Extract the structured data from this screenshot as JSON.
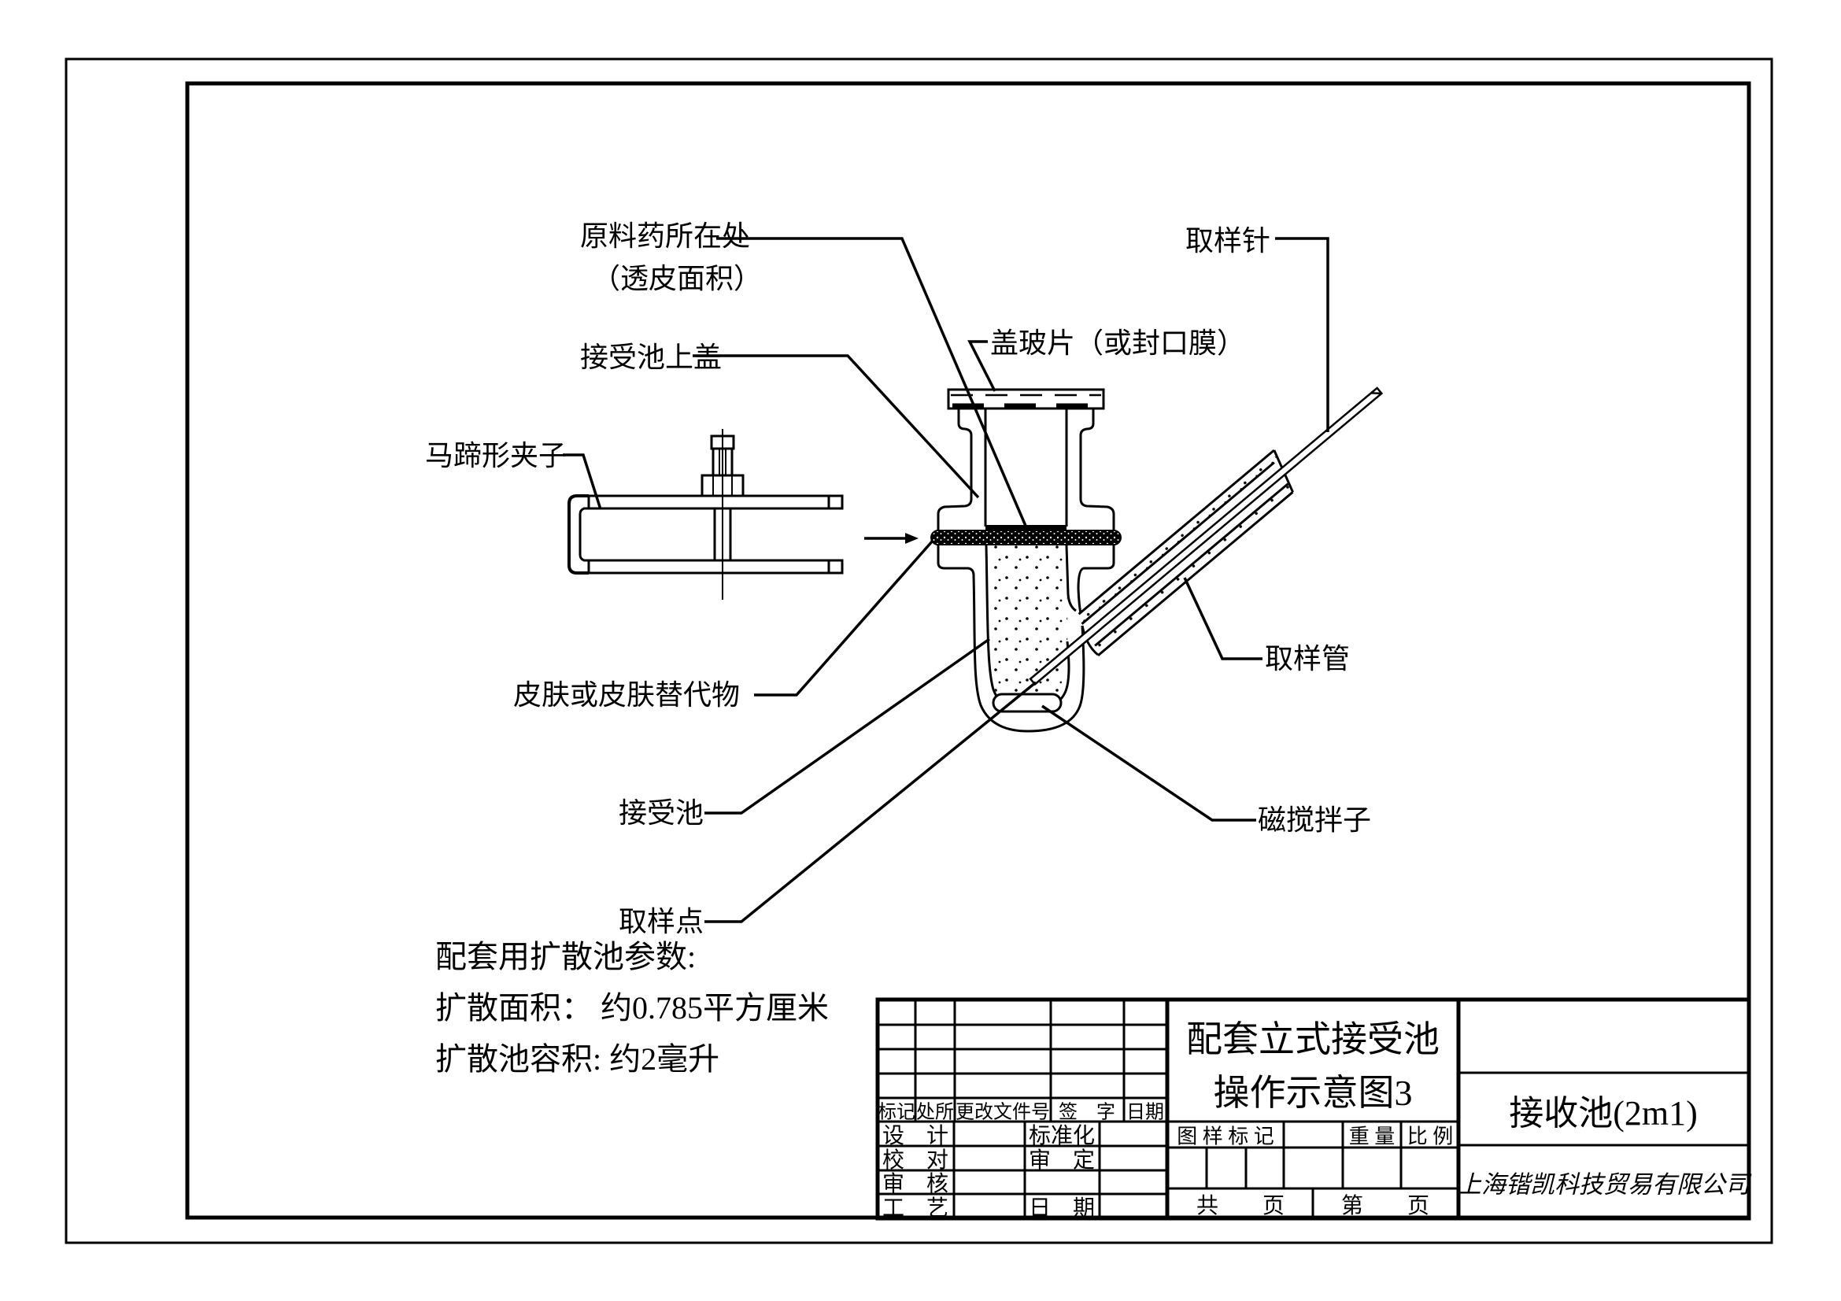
{
  "drawing": {
    "labels": {
      "raw_material_location": "原料药所在处",
      "transdermal_area": "（透皮面积）",
      "cell_top_cover": "接受池上盖",
      "horseshoe_clamp": "马蹄形夹子",
      "skin_or_substitute": "皮肤或皮肤替代物",
      "receiving_cell": "接受池",
      "sampling_point": "取样点",
      "sampling_needle": "取样针",
      "cover_glass_or_film": "盖玻片（或封口膜）",
      "sampling_tube": "取样管",
      "magnetic_stirrer": "磁搅拌子"
    },
    "parameters": {
      "heading": "配套用扩散池参数:",
      "area_line": "扩散面积：  约0.785平方厘米",
      "volume_line": "扩散池容积: 约2毫升"
    }
  },
  "title_block": {
    "revision_header": [
      "标记",
      "处所",
      "更改文件号",
      "签　字",
      "日期"
    ],
    "roles": {
      "design": "设　计",
      "standardization": "标准化",
      "proofread": "校　对",
      "approve": "审　定",
      "audit": "审　核",
      "process": "工　艺",
      "date": "日　期"
    },
    "drawing_mark": "图 样 标 记",
    "weight": "重 量",
    "scale": "比 例",
    "total_pages": "共　　页",
    "page_no": "第　　页",
    "title_line1": "配套立式接受池",
    "title_line2": "操作示意图3",
    "part_name": "接收池(2m1)",
    "company": "上海锴凯科技贸易有限公司"
  }
}
